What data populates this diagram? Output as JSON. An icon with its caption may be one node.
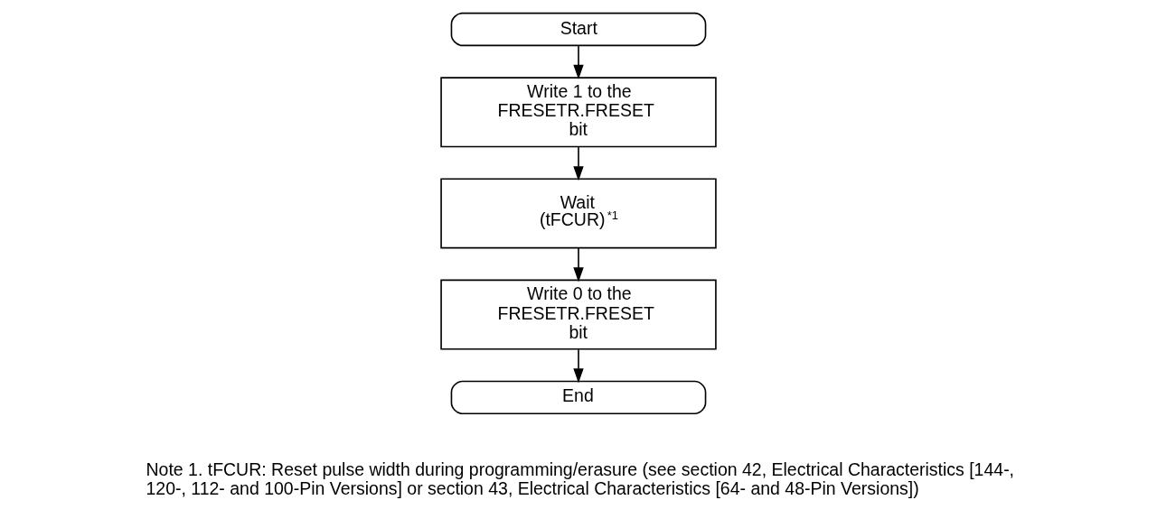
{
  "diagram": {
    "nodes": [
      {
        "text": [
          "Start"
        ]
      },
      {
        "text": [
          "Write 1 to the FRESETR.FRESET bit"
        ]
      },
      {
        "text": [
          "Wait (tFCUR)$^{*1}$"
        ]
      },
      {
        "text": [
          "Write 0 to the FRESETR.FRESET bit"
        ]
      },
      {
        "text": [
          "End"
        ]
      }
    ],
    "edges": [
      {
        "from": 0,
        "to": 1,
        "arrow": "to"
      },
      {
        "from": 1,
        "to": 2,
        "arrow": "to"
      },
      {
        "from": 2,
        "to": 3,
        "arrow": "to"
      },
      {
        "from": 3,
        "to": 4,
        "arrow": "to"
      }
    ],
    "labels": [
      "Note 1. tFCUR: Reset pulse width during programming/erasure (see section 42, Electrical Characteristics [144-, 120-, 112- and 100-Pin Versions] or section 43, Electrical Characteristics [64- and 48-Pin Versions])"
    ]
  }
}
